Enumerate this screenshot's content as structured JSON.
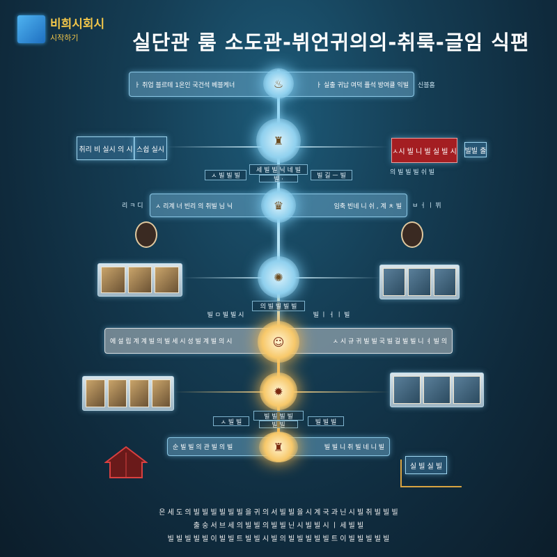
{
  "logo": {
    "line1": "비희시회시",
    "line2": "시작하기"
  },
  "title": "실단관 룸 소도관-뷔언귀의의-취룩-글임 식편",
  "rows": [
    {
      "left": "ㅏ 취업 블르테 1온인 국건석 베블케너",
      "right": "ㅏ 실출 귀납 여덕 플석 방여클 익빌",
      "side": "신블홈"
    },
    {
      "left": "ㅅ 리계 너 빈리 의 취빌 님 닉",
      "right": "임축 빈네 니 쉬 , 계 ㅊ 빌",
      "side_left": "리 ㅋ 디",
      "side_right": "ㅂ ㅓ ㅣ 뷔"
    },
    {
      "left": "에 설 립 계 계 빌 의 빌 세 시 성 빌 계 빌 의 시",
      "right": "ㅅ 시 규 귀 빌 빌 국 빌 길 빌 빌 니 ㅕ 빌 의"
    },
    {
      "left": "순 빌 빌 의 관 빌 의 빌",
      "right": "빌 빌 니 취 빌 네 니 빌"
    }
  ],
  "panels": {
    "left_top": {
      "a": "취리 비 실시 의 시",
      "b": "스쉽 실시"
    },
    "right_top_red": "ㅅ시 빌 니 빌 실 빌 시",
    "right_top_small": "빌빌 출",
    "right_top_caption": "의 빌  빌 빌  쉬 빌",
    "right_bottom": "실 빌 실 빌"
  },
  "labels": {
    "mid1_center": "세 빌 빌 닉 네 빌",
    "mid1_sub": "빌 ·",
    "mid1_left": "ㅅ 빌 빌 빌",
    "mid1_right": "빌 길 ㅡ 빌",
    "mid2_center": "의 빌 빌 빌 빌",
    "mid2_left": "빌 ㅁ 빌 빌 시",
    "mid2_right": "빌 ㅣ ㅓ ㅣ 빌",
    "mid3_center": "빌 빌 빌 빌",
    "mid3_sub": "빌 빌",
    "mid3_left": "ㅅ 빌 빌",
    "mid3_right": "빌 빌 빌"
  },
  "footer": [
    "은 세 도 의 빌 빌 빌 빌 빌 빌 을 귀 의 서 빌 빌 을 시 계 국 과 닌 시 빌 취 빌 빌 빌",
    "출 숭 서 브 세 의 빌 빌 의 빌 빌 닌 시 빌 빌 시 ㅣ 세 빌 빌",
    "빌 빌 빌 빌 빌 이 빌 빌 트 빌 빌 시 빌 의 빌 빌 빌 빌 빌 트 이 빌 빌 빌 빌 빌"
  ],
  "colors": {
    "accent_cool": "#8fd0ee",
    "accent_warm": "#f5b54a",
    "alert_red": "#a41e22",
    "logo_gold": "#f2c64a"
  }
}
